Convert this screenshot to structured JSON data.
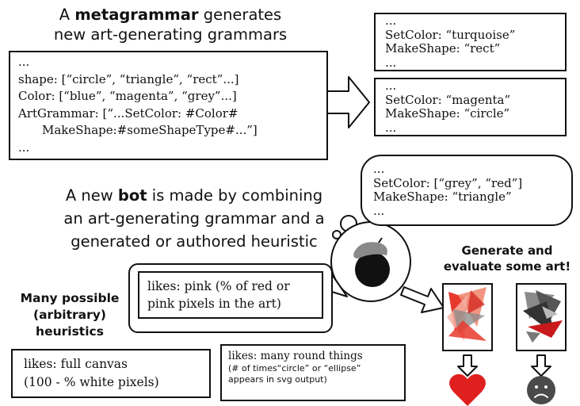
{
  "title": {
    "line1_pre": "A ",
    "line1_bold": "metagrammar",
    "line1_post": " generates",
    "line2": "new art-generating grammars"
  },
  "metagrammar_box": {
    "lines": [
      "...",
      "shape: [“circle”, “triangle”, “rect”...]",
      "Color: [“blue”, “magenta”, “grey”...]",
      "ArtGrammar: [“...SetColor: #Color#",
      "MakeShape:#someShapeType#...”]",
      "..."
    ]
  },
  "grammar_boxes": [
    {
      "lines": [
        "...",
        "SetColor: “turquoise”",
        "MakeShape: “rect”",
        "..."
      ]
    },
    {
      "lines": [
        "...",
        "SetColor: “magenta”",
        "MakeShape: “circle”",
        "..."
      ]
    }
  ],
  "bot_bubble": {
    "lines": [
      "...",
      "SetColor: [“grey”, “red”]",
      "MakeShape: “triangle”",
      "..."
    ]
  },
  "bot_text": {
    "line1_pre": "A new ",
    "line1_bold": "bot",
    "line1_post": " is made by combining",
    "line2": "an art-generating grammar and a",
    "line3": "generated or authored heuristic"
  },
  "heuristics_label": [
    "Many possible",
    "(arbitrary)",
    "heuristics"
  ],
  "heuristic_pink": {
    "lines": [
      "likes: pink (% of red or",
      "pink pixels in the art)"
    ]
  },
  "heuristic_canvas": {
    "lines": [
      "likes: full canvas",
      "(100 - % white pixels)"
    ]
  },
  "heuristic_round": {
    "title": "likes: many round things",
    "detail_lines": [
      "(# of times“circle” or “ellipse”",
      "appears in svg output)"
    ]
  },
  "generate_label": [
    "Generate and",
    "evaluate some art!"
  ],
  "evaluation": {
    "good_result": "heart-icon",
    "bad_result": "sad-face-icon"
  },
  "colors": {
    "ink": "#111111",
    "heart_red": "#e0201f",
    "art_red": "#e8392d",
    "art_salmon": "#f08a73",
    "art_grey": "#8a8a8a",
    "art_dark": "#333333",
    "sad_face": "#4a4a4a"
  }
}
